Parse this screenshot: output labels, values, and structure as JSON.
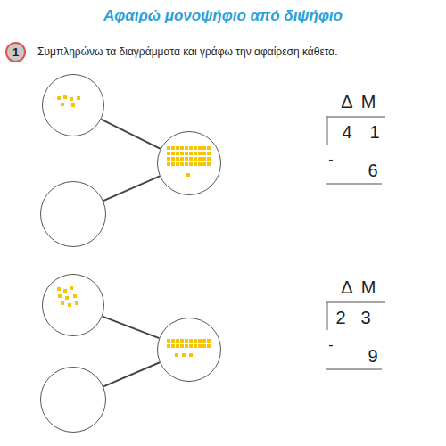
{
  "diagram": {
    "title": "Αφαιρώ μονοψήφιο από διψήφιο",
    "nodes": [
      {
        "text": [
          "1"
        ]
      },
      {
        "text": []
      },
      {
        "text": []
      },
      {
        "text": []
      },
      {
        "text": []
      },
      {
        "text": []
      },
      {
        "text": []
      }
    ],
    "edges": [
      {
        "from": 1,
        "to": 2,
        "arrow": "none"
      },
      {
        "from": 3,
        "to": 2,
        "arrow": "none"
      },
      {
        "from": 4,
        "to": 5,
        "arrow": "none"
      },
      {
        "from": 6,
        "to": 5,
        "arrow": "none"
      }
    ],
    "labels": [
      "Συμπληρώνω τα διαγράμματα και γράφω την αφαίρεση κάθετα.",
      "Δ",
      "Μ",
      "4",
      "1",
      "-",
      "6",
      "Δ",
      "Μ",
      "2",
      "3",
      "-",
      "9"
    ]
  }
}
